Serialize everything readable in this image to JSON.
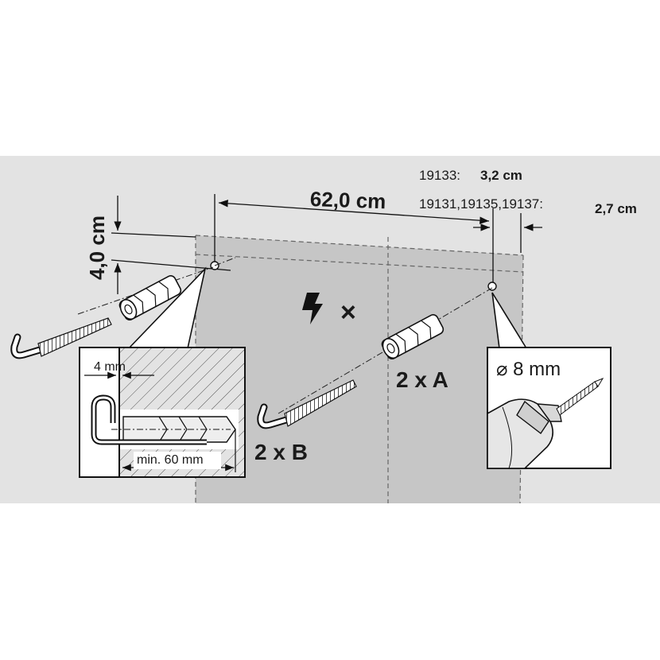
{
  "dimensions": {
    "width_label": "62,0 cm",
    "height_label": "4,0 cm",
    "variant_a_models": "19133:",
    "variant_a_value": "3,2 cm",
    "variant_b_models": "19131,19135,19137:",
    "variant_b_value": "2,7 cm"
  },
  "detail": {
    "depth_label": "4 mm",
    "min_label": "min. 60 mm"
  },
  "drill": {
    "diameter_label": "⌀ 8 mm"
  },
  "parts": {
    "anchor_label": "2 x A",
    "screw_label": "2 x B"
  },
  "warning": {
    "icon": "lightning-bolt-icon",
    "cross": "×"
  }
}
